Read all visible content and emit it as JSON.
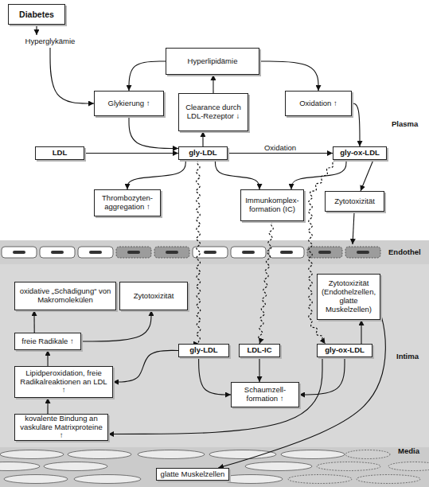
{
  "diagram": {
    "nodes": [
      {
        "text": [
          "Diabetes"
        ]
      },
      {
        "text": [
          "Hyperglykämie"
        ]
      },
      {
        "text": [
          "Hyperlipidämie"
        ]
      },
      {
        "text": [
          "Glykierung ↑"
        ]
      },
      {
        "text": [
          "Clearance durch LDL-Rezeptor ↓"
        ]
      },
      {
        "text": [
          "Oxidation ↑"
        ]
      },
      {
        "text": [
          "LDL"
        ]
      },
      {
        "text": [
          "gly-LDL"
        ]
      },
      {
        "text": [
          "gly-ox-LDL"
        ]
      },
      {
        "text": [
          "Thrombozyten- aggregation ↑"
        ]
      },
      {
        "text": [
          "Immunkomplex- formation (IC)"
        ]
      },
      {
        "text": [
          "Zytotoxizität"
        ]
      },
      {
        "text": [
          "oxidative „Schädigung“ von Makromolekülen"
        ]
      },
      {
        "text": [
          "Zytotoxizität"
        ]
      },
      {
        "text": [
          "Zytotoxizität (Endothelzellen, glatte Muskelzellen)"
        ]
      },
      {
        "text": [
          "freie Radikale ↑"
        ]
      },
      {
        "text": [
          "gly-LDL"
        ]
      },
      {
        "text": [
          "LDL-IC"
        ]
      },
      {
        "text": [
          "gly-ox-LDL"
        ]
      },
      {
        "text": [
          "Lipidperoxidation, freie Radikalreaktionen an LDL ↑"
        ]
      },
      {
        "text": [
          "Schaumzell- formation ↑"
        ]
      },
      {
        "text": [
          "kovalente Bindung an vaskuläre Matrixproteine ↑"
        ]
      },
      {
        "text": [
          "glatte Muskelzellen"
        ]
      }
    ],
    "edges": [
      {
        "from": 0,
        "to": 1,
        "arrow": "to"
      },
      {
        "from": 1,
        "to": 3,
        "arrow": "to"
      },
      {
        "from": 2,
        "to": 3,
        "arrow": "to"
      },
      {
        "from": 2,
        "to": 5,
        "arrow": "to"
      },
      {
        "from": 4,
        "to": 2,
        "arrow": "to"
      },
      {
        "from": 3,
        "to": 7,
        "arrow": "to"
      },
      {
        "from": 7,
        "to": 4,
        "arrow": "to"
      },
      {
        "from": 6,
        "to": 7,
        "arrow": "to"
      },
      {
        "from": 7,
        "to": 8,
        "label": "Oxidation",
        "arrow": "to"
      },
      {
        "from": 5,
        "to": 8,
        "arrow": "to"
      },
      {
        "from": 7,
        "to": 9,
        "arrow": "to"
      },
      {
        "from": 7,
        "to": 10,
        "arrow": "to"
      },
      {
        "from": 8,
        "to": 10,
        "arrow": "to"
      },
      {
        "from": 8,
        "to": 11,
        "arrow": "to"
      },
      {
        "from": 7,
        "to": 16,
        "arrow": "to"
      },
      {
        "from": 10,
        "to": 17,
        "arrow": "to"
      },
      {
        "from": 8,
        "to": 18,
        "arrow": "to"
      },
      {
        "from": 16,
        "to": 19,
        "arrow": "to"
      },
      {
        "from": 16,
        "to": 20,
        "arrow": "to"
      },
      {
        "from": 17,
        "to": 20,
        "arrow": "to"
      },
      {
        "from": 18,
        "to": 20,
        "arrow": "to"
      },
      {
        "from": 18,
        "to": 14,
        "arrow": "to"
      },
      {
        "from": 14,
        "to": 22,
        "arrow": "to"
      },
      {
        "from": 18,
        "to": 21,
        "arrow": "to"
      },
      {
        "from": 21,
        "to": 19,
        "arrow": "to"
      },
      {
        "from": 19,
        "to": 15,
        "arrow": "to"
      },
      {
        "from": 15,
        "to": 12,
        "arrow": "to"
      },
      {
        "from": 15,
        "to": 13,
        "arrow": "to"
      }
    ],
    "labels": [
      "Plasma",
      "Endothel",
      "Intima",
      "Media"
    ]
  }
}
